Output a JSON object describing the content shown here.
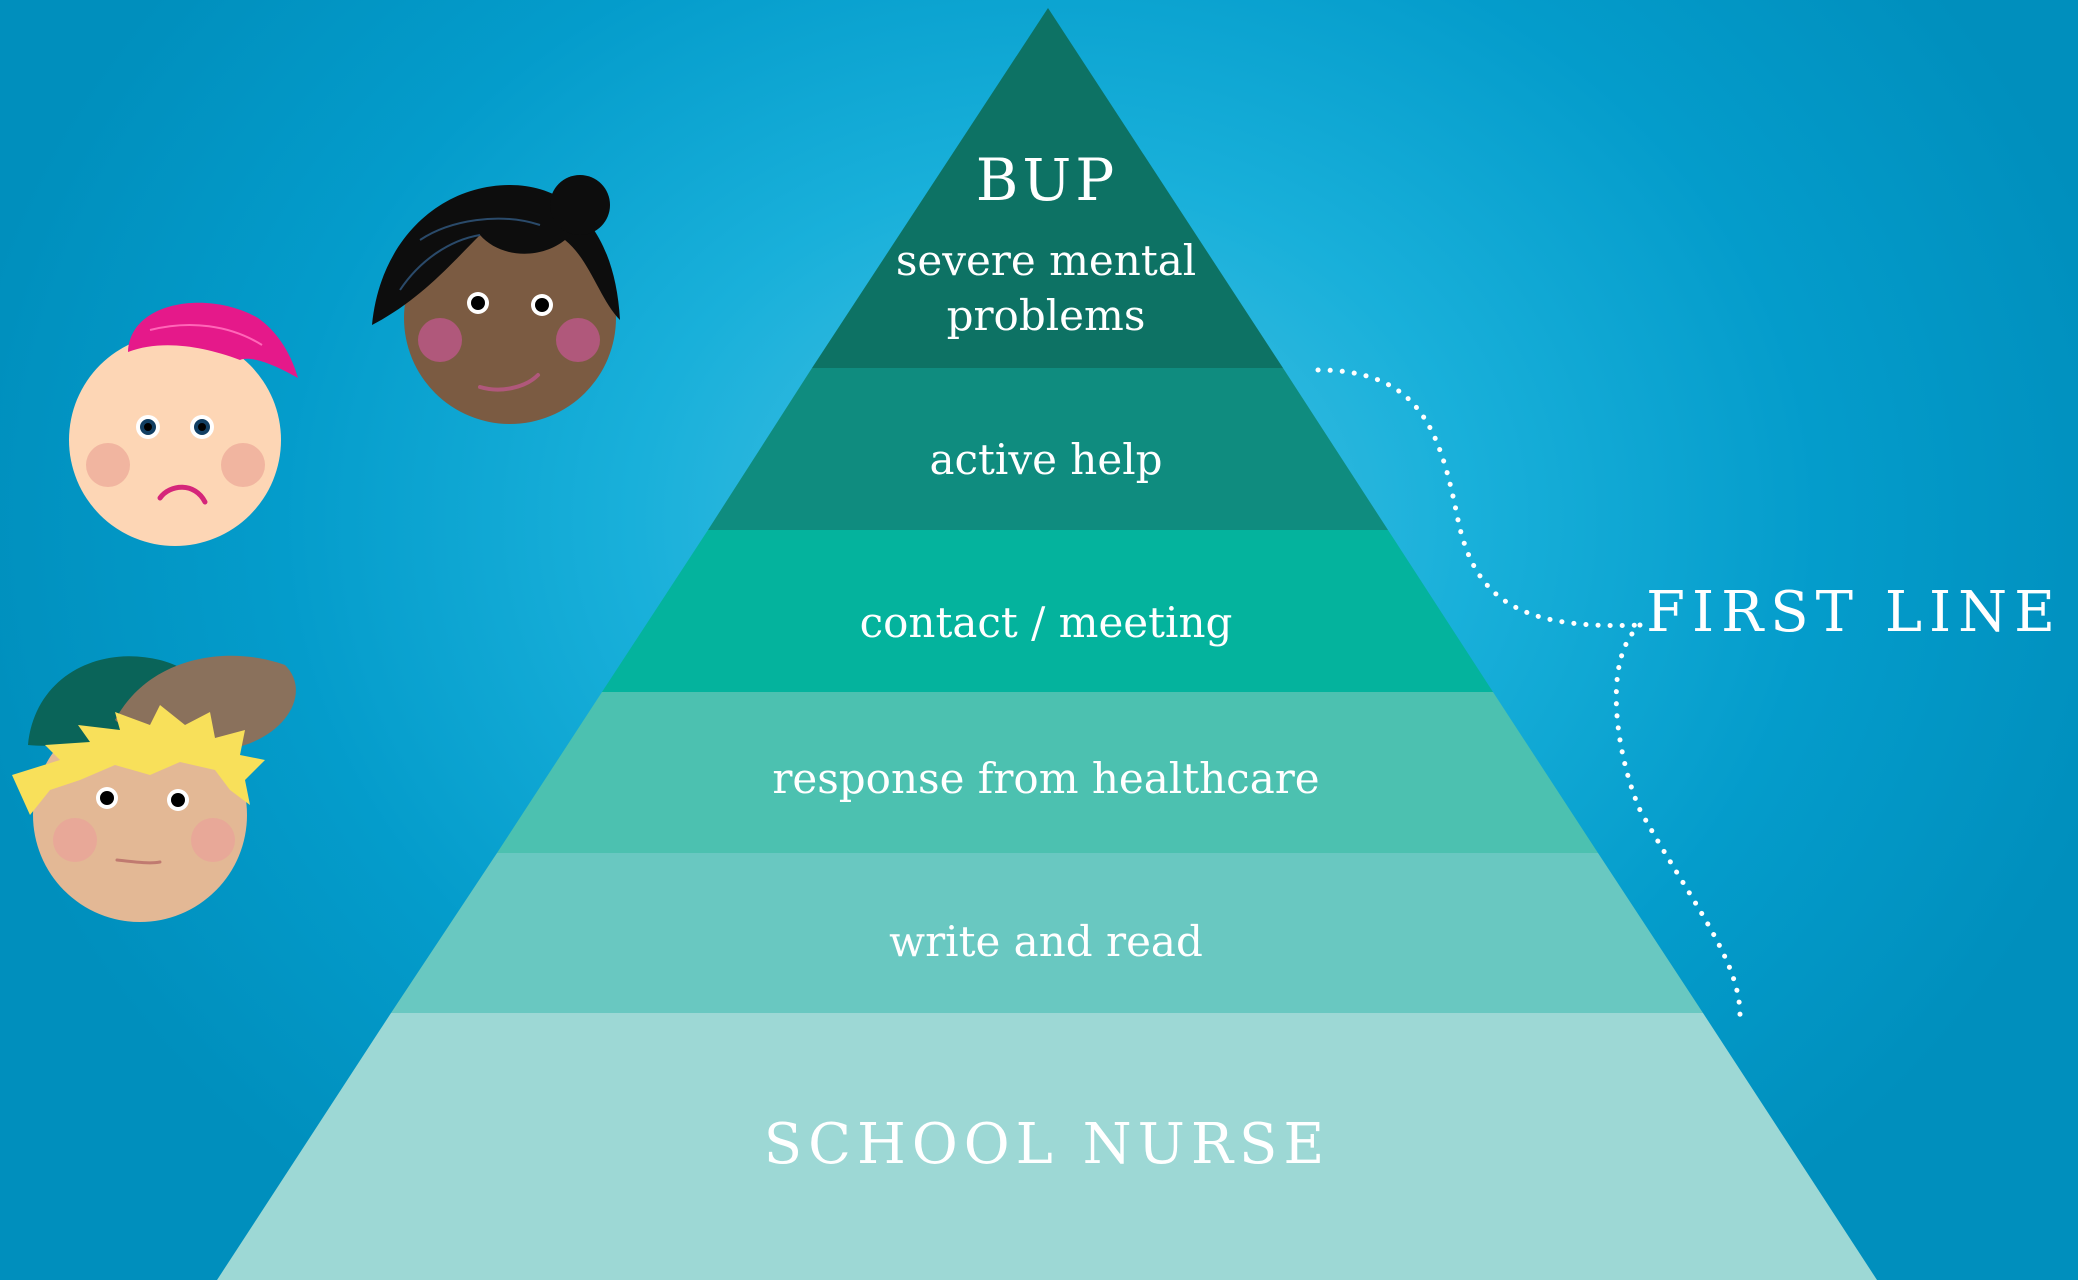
{
  "pyramid": {
    "top": {
      "title": "BUP",
      "lines": [
        "severe mental",
        "problems"
      ]
    },
    "levels": [
      "active help",
      "contact / meeting",
      "response from healthcare",
      "write and read"
    ],
    "base": "SCHOOL NURSE",
    "colors": [
      "#0d7264",
      "#0f8c7f",
      "#04b39d",
      "#4cc1b0",
      "#69c8c1",
      "#9dd8d5"
    ]
  },
  "bracket_label": "FIRST LINE"
}
